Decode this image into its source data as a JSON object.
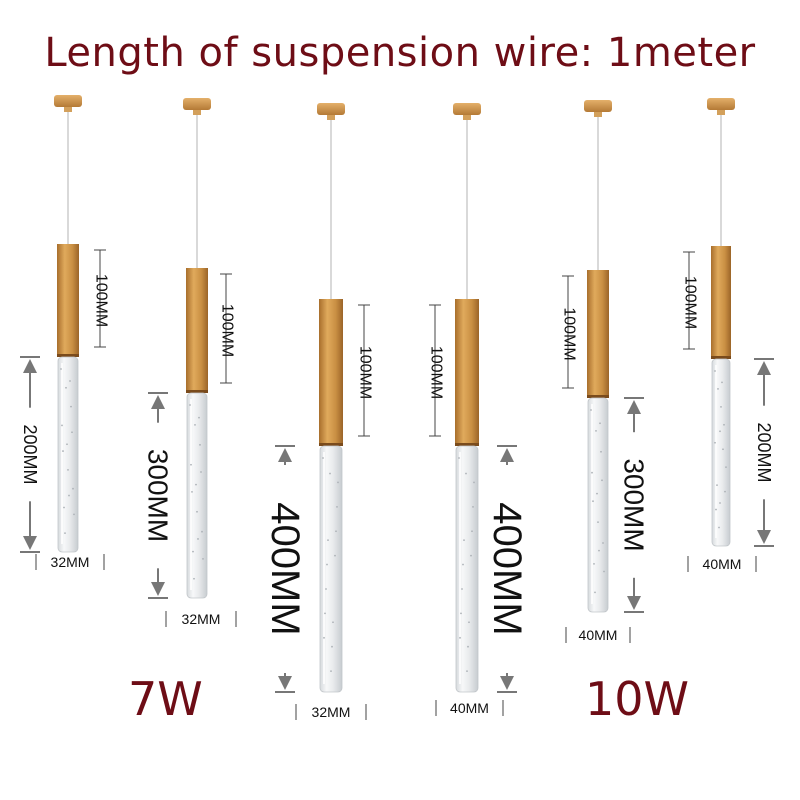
{
  "title": "Length of suspension wire: 1meter",
  "wattages": [
    "7W",
    "10W"
  ],
  "colors": {
    "title": "#6e0d16",
    "gold": "#c98f43",
    "dim": "#777777"
  },
  "lamps": [
    {
      "body_label": "100MM",
      "tube_label": "200MM",
      "diameter_label": "32MM"
    },
    {
      "body_label": "100MM",
      "tube_label": "300MM",
      "diameter_label": "32MM"
    },
    {
      "body_label": "100MM",
      "tube_label": "400MM",
      "diameter_label": "32MM"
    },
    {
      "body_label": "100MM",
      "tube_label": "400MM",
      "diameter_label": "40MM"
    },
    {
      "body_label": "100MM",
      "tube_label": "300MM",
      "diameter_label": "40MM"
    },
    {
      "body_label": "100MM",
      "tube_label": "200MM",
      "diameter_label": "40MM"
    }
  ]
}
